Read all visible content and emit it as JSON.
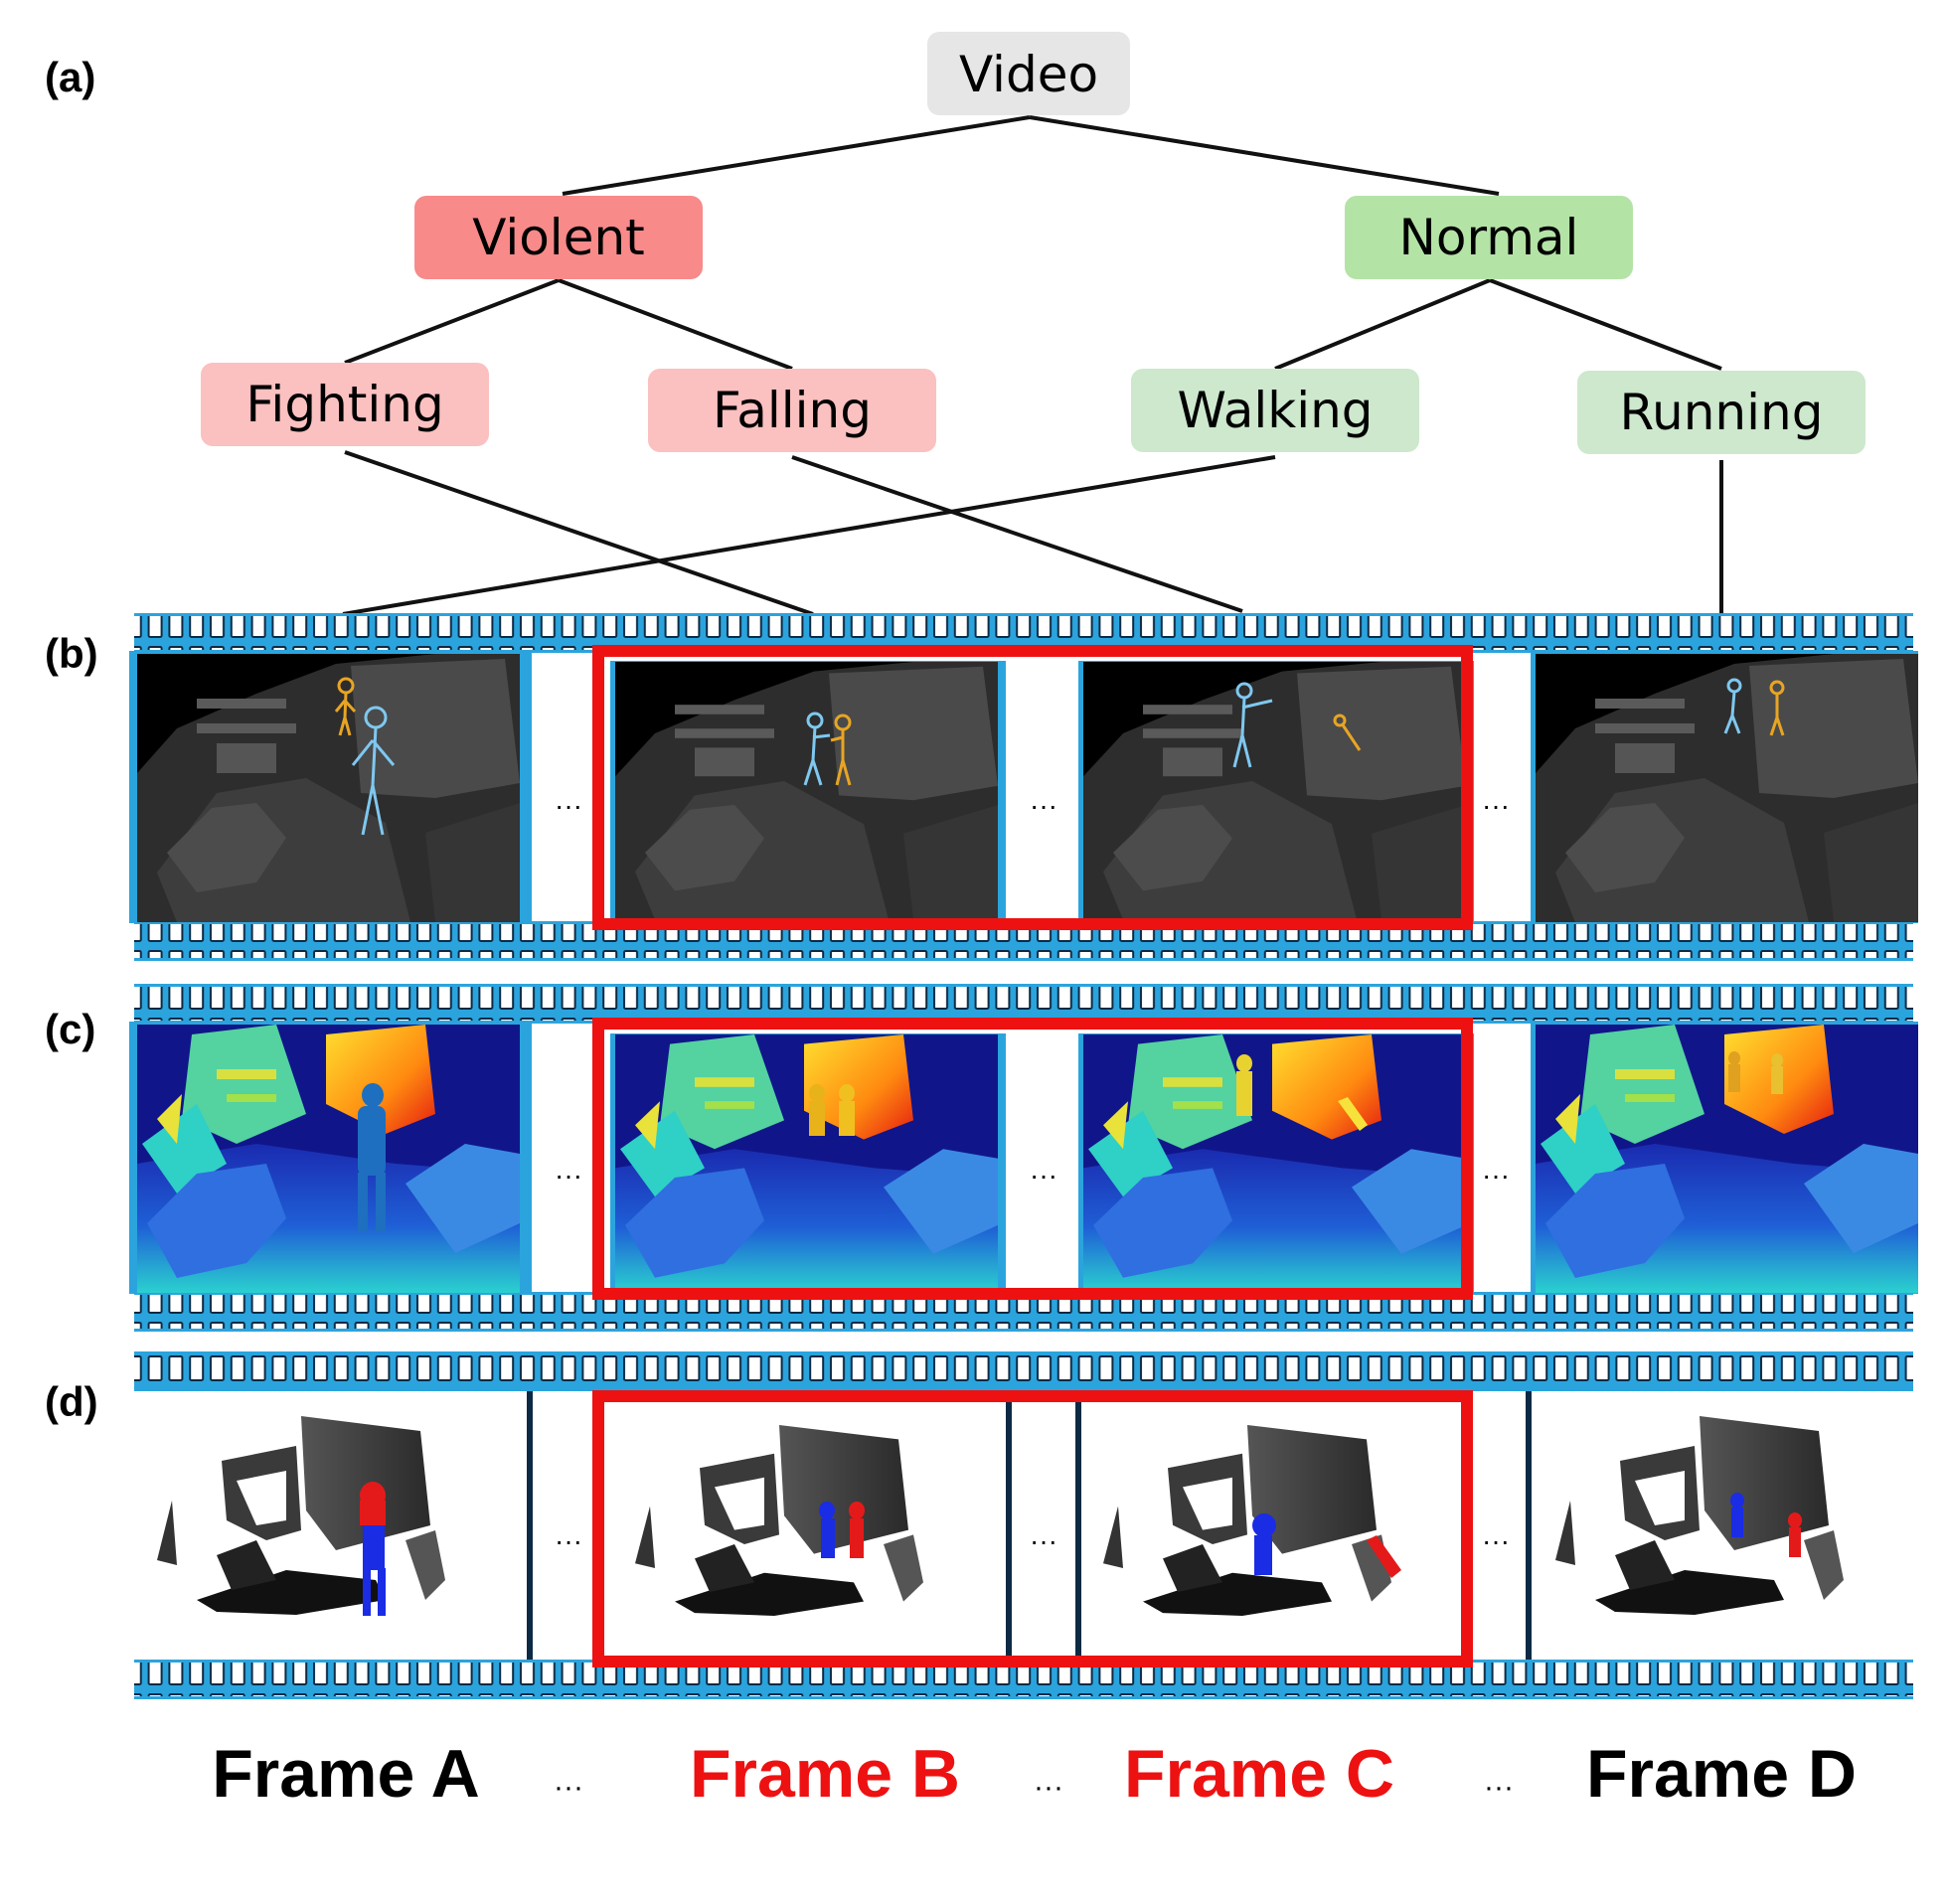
{
  "panel_labels": {
    "a": "(a)",
    "b": "(b)",
    "c": "(c)",
    "d": "(d)"
  },
  "tree": {
    "root": "Video",
    "violent": "Violent",
    "normal": "Normal",
    "fighting": "Fighting",
    "falling": "Falling",
    "walking": "Walking",
    "running": "Running"
  },
  "frames": {
    "a": "Frame A",
    "b": "Frame B",
    "c": "Frame C",
    "d": "Frame D",
    "ellipsis": "···"
  },
  "colors": {
    "root_box": "#e6e6e6",
    "violent_box": "#f88a8a",
    "violent_leaf_box": "#fbc0c0",
    "normal_box": "#b4e3a6",
    "normal_leaf_box": "#cde8cd",
    "film_blue": "#2ba4dd",
    "highlight_red": "#ee1111",
    "skeleton_a": "#7fc8f0",
    "skeleton_b": "#e8a524"
  }
}
